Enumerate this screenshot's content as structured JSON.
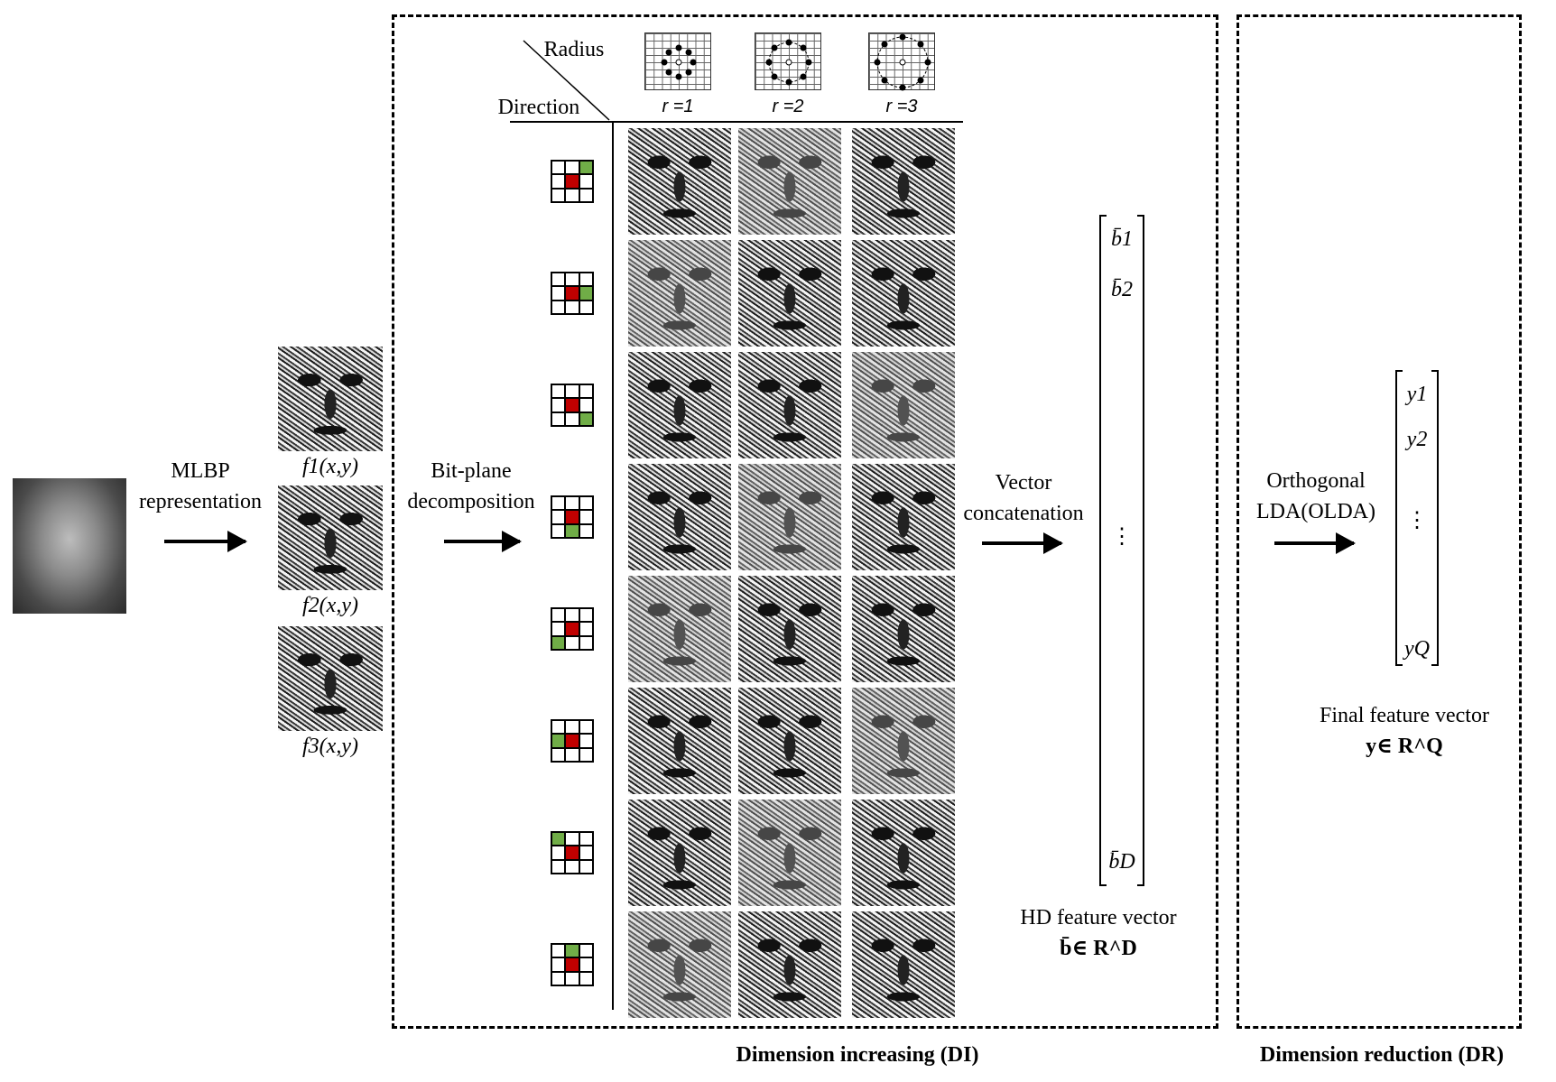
{
  "labels": {
    "mlbp_line1": "MLBP",
    "mlbp_line2": "representation",
    "bitplane_line1": "Bit-plane",
    "bitplane_line2": "decomposition",
    "vector_line1": "Vector",
    "vector_line2": "concatenation",
    "olda_line1": "Orthogonal",
    "olda_line2": "LDA(OLDA)",
    "radius": "Radius",
    "direction": "Direction",
    "di_caption": "Dimension increasing (DI)",
    "dr_caption": "Dimension reduction (DR)"
  },
  "feature_maps": [
    "f1(x,y)",
    "f2(x,y)",
    "f3(x,y)"
  ],
  "radii": [
    "r =1",
    "r =2",
    "r =3"
  ],
  "hd_vector": {
    "entries": [
      "b̄1",
      "b̄2",
      "⋮",
      "b̄D"
    ],
    "caption_line1": "HD feature vector",
    "caption_line2": "b̄∈ R^D"
  },
  "final_vector": {
    "entries": [
      "y1",
      "y2",
      "⋮",
      "yQ"
    ],
    "caption_line1": "Final feature vector",
    "caption_line2": "y∈ R^Q"
  },
  "direction_masks": [
    {
      "green": 2
    },
    {
      "green": 5
    },
    {
      "green": 8
    },
    {
      "green": 7
    },
    {
      "green": 6
    },
    {
      "green": 3
    },
    {
      "green": 0
    },
    {
      "green": 1
    }
  ],
  "colors": {
    "center": "#c00000",
    "neighbor": "#70ad47"
  }
}
